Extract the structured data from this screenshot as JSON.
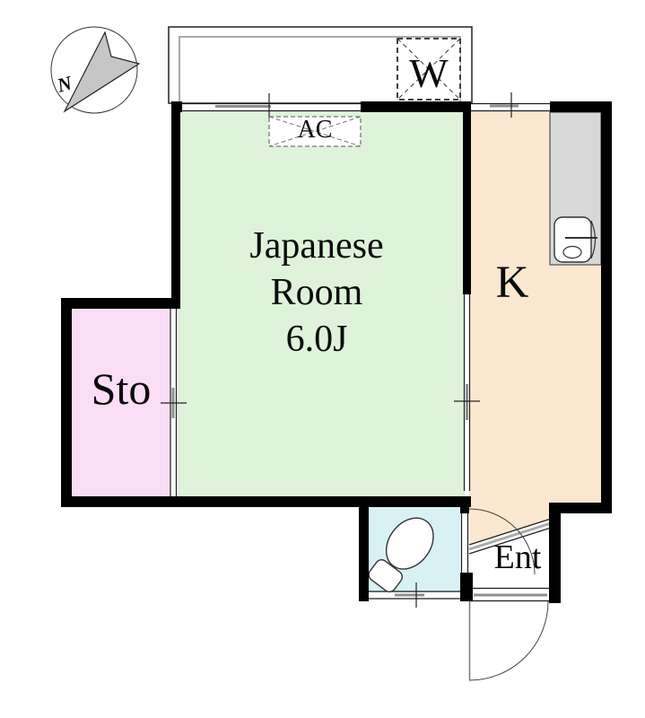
{
  "floor_plan": {
    "rooms": {
      "japanese_room": {
        "name_line1": "Japanese",
        "name_line2": "Room",
        "size": "6.0J",
        "fill": "#dff3da"
      },
      "kitchen": {
        "label": "K",
        "fill": "#fce7d0"
      },
      "storage": {
        "label": "Sto",
        "fill": "#fbdef6"
      },
      "entrance": {
        "label": "Ent"
      },
      "toilet": {
        "fill": "#d8f1f5"
      }
    },
    "fixtures": {
      "washer": {
        "label": "W"
      },
      "air_conditioner": {
        "label": "AC"
      },
      "counter_fill": "#d8d8d8"
    },
    "compass": {
      "north": "N",
      "needle_fill": "#c6c6c6"
    },
    "wall_color": "#000000"
  }
}
